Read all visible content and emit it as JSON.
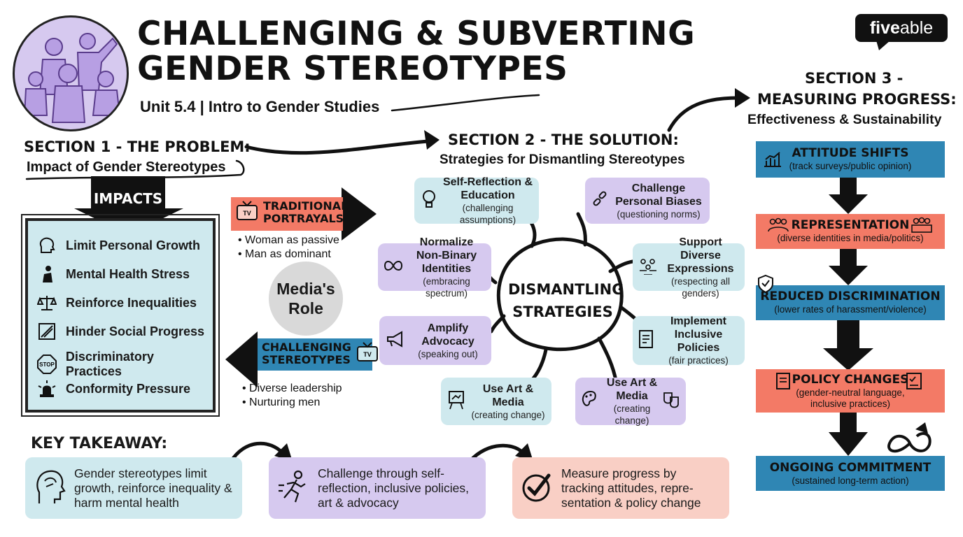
{
  "header": {
    "title_line1": "CHALLENGING & SUBVERTING",
    "title_line2": "GENDER STEREOTYPES",
    "subtitle": "Unit 5.4 | Intro to Gender Studies",
    "brand_bold": "five",
    "brand_light": "able"
  },
  "section1": {
    "heading": "SECTION 1 - THE PROBLEM:",
    "subheading": "Impact of Gender Stereotypes",
    "impacts_label": "IMPACTS",
    "impacts": [
      {
        "label": "Limit Personal Growth",
        "icon": "head-icon"
      },
      {
        "label": "Mental Health Stress",
        "icon": "stressed-person-icon"
      },
      {
        "label": "Reinforce Inequalities",
        "icon": "scales-icon"
      },
      {
        "label": "Hinder Social Progress",
        "icon": "barrier-icon"
      },
      {
        "label": "Discriminatory Practices",
        "icon": "stop-sign-icon"
      },
      {
        "label": "Conformity Pressure",
        "icon": "alarm-icon"
      }
    ],
    "stop_text": "STOP"
  },
  "media": {
    "traditional_label": "TRADITIONAL PORTRAYALS",
    "tv_text": "TV",
    "traditional_bullets": [
      "Woman as passive",
      "Man as dominant"
    ],
    "role_label": "Media's Role",
    "challenging_label": "CHALLENGING STEREOTYPES",
    "challenging_bullets": [
      "Diverse leadership",
      "Nurturing men"
    ]
  },
  "section2": {
    "heading": "SECTION 2 - THE SOLUTION:",
    "subheading": "Strategies for Dismantling Stereotypes",
    "center": "DISMANTLING STRATEGIES",
    "strategies": [
      {
        "title": "Self-Reflection & Education",
        "sub": "(challenging assumptions)",
        "icon": "lightbulb-icon"
      },
      {
        "title": "Challenge Personal Biases",
        "sub": "(questioning norms)",
        "icon": "broken-chain-icon"
      },
      {
        "title": "Normalize Non-Binary Identities",
        "sub": "(embracing spectrum)",
        "icon": "infinity-icon"
      },
      {
        "title": "Support Diverse Expressions",
        "sub": "(respecting all genders)",
        "icon": "people-icon"
      },
      {
        "title": "Amplify Advocacy",
        "sub": "(speaking out)",
        "icon": "megaphone-icon"
      },
      {
        "title": "Implement Inclusive Policies",
        "sub": "(fair practices)",
        "icon": "document-icon"
      },
      {
        "title": "Use Art & Media",
        "sub": "(creating change)",
        "icon": "easel-icon"
      },
      {
        "title": "Use Art & Media",
        "sub": "(creating change)",
        "icon": "palette-icon"
      }
    ]
  },
  "section3": {
    "heading_line1": "SECTION 3 -",
    "heading_line2": "MEASURING PROGRESS:",
    "subheading": "Effectiveness & Sustainability",
    "steps": [
      {
        "title": "ATTITUDE SHIFTS",
        "sub": "(track surveys/public opinion)",
        "color": "#2f86b4"
      },
      {
        "title": "REPRESENTATION",
        "sub": "(diverse identities in media/politics)",
        "color": "#f37a66"
      },
      {
        "title": "REDUCED DISCRIMINATION",
        "sub": "(lower rates of harassment/violence)",
        "color": "#2f86b4"
      },
      {
        "title": "POLICY CHANGES",
        "sub": "(gender-neutral language, inclusive practices)",
        "color": "#f37a66"
      },
      {
        "title": "ONGOING COMMITMENT",
        "sub": "(sustained long-term action)",
        "color": "#2f86b4"
      }
    ]
  },
  "takeaway": {
    "heading": "KEY TAKEAWAY:",
    "cards": [
      {
        "text": "Gender stereotypes limit growth, reinforce inequality & harm mental health",
        "icon": "brain-head-icon"
      },
      {
        "text": "Challenge through self-reflection, inclusive policies, art & advocacy",
        "icon": "running-person-icon"
      },
      {
        "text": "Measure progress by tracking attitudes, repre-sentation & policy change",
        "icon": "checkmark-icon"
      }
    ]
  },
  "colors": {
    "teal": "#cfe9ee",
    "purple": "#d6c9ef",
    "blue": "#2f86b4",
    "coral": "#f37a66",
    "pink": "#f9cfc5"
  }
}
